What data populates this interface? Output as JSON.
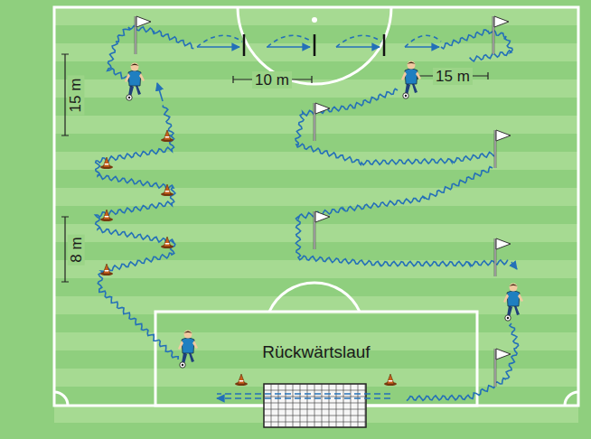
{
  "diagram": {
    "labels": [
      "15 m",
      "10 m",
      "15 m",
      "8 m",
      "Rückwärtslauf"
    ]
  }
}
